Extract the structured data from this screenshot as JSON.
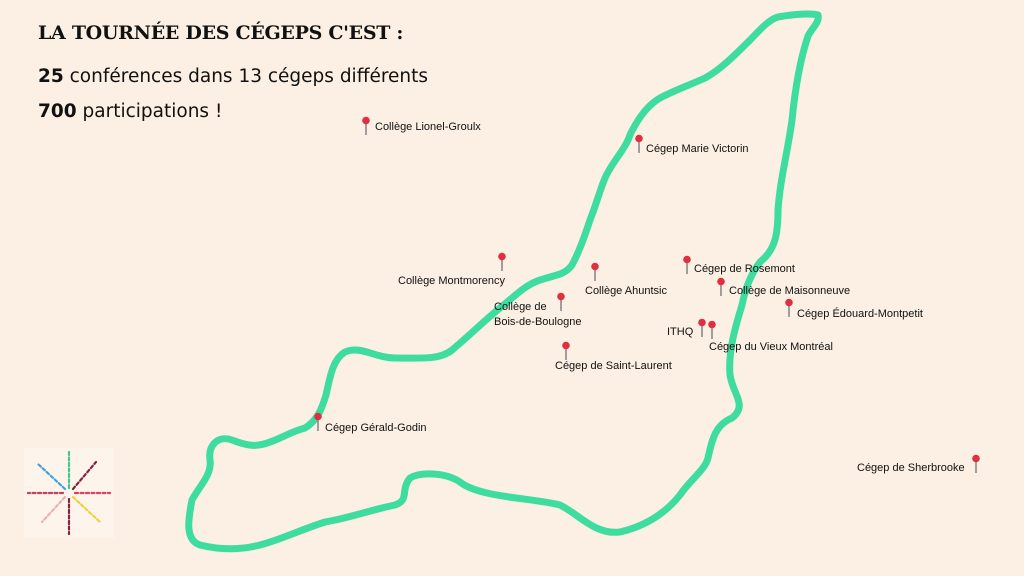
{
  "header": {
    "title": "LA TOURNÉE DES CÉGEPS C'EST :",
    "stat1_number": "25",
    "stat1_text": "conférences dans 13 cégeps différents",
    "stat2_number": "700",
    "stat2_text": "participations !"
  },
  "colors": {
    "background": "#fbf0e3",
    "island_outline": "#3fdca0",
    "pin_head": "#e03040",
    "pin_needle": "#8a8a8a"
  },
  "pins": [
    {
      "id": "lionel-groulx",
      "label": "Collège Lionel-Groulx"
    },
    {
      "id": "marie-victorin",
      "label": "Cégep Marie Victorin"
    },
    {
      "id": "montmorency",
      "label": "Collège Montmorency"
    },
    {
      "id": "ahuntsic",
      "label": "Collège Ahuntsic"
    },
    {
      "id": "rosemont",
      "label": "Cégep de Rosemont"
    },
    {
      "id": "maisonneuve",
      "label": "Collège de Maisonneuve"
    },
    {
      "id": "bois-de-boulogne",
      "label": "Collège de\nBois-de-Boulogne"
    },
    {
      "id": "edouard-montpetit",
      "label": "Cégep Édouard-Montpetit"
    },
    {
      "id": "ithq",
      "label": "ITHQ"
    },
    {
      "id": "vieux-montreal",
      "label": "Cégep du Vieux Montréal"
    },
    {
      "id": "saint-laurent",
      "label": "Cégep de Saint-Laurent"
    },
    {
      "id": "gerald-godin",
      "label": "Cégep Gérald-Godin"
    },
    {
      "id": "sherbrooke",
      "label": "Cégep de Sherbrooke"
    }
  ],
  "logo": {
    "icon": "starburst-logo-icon"
  }
}
